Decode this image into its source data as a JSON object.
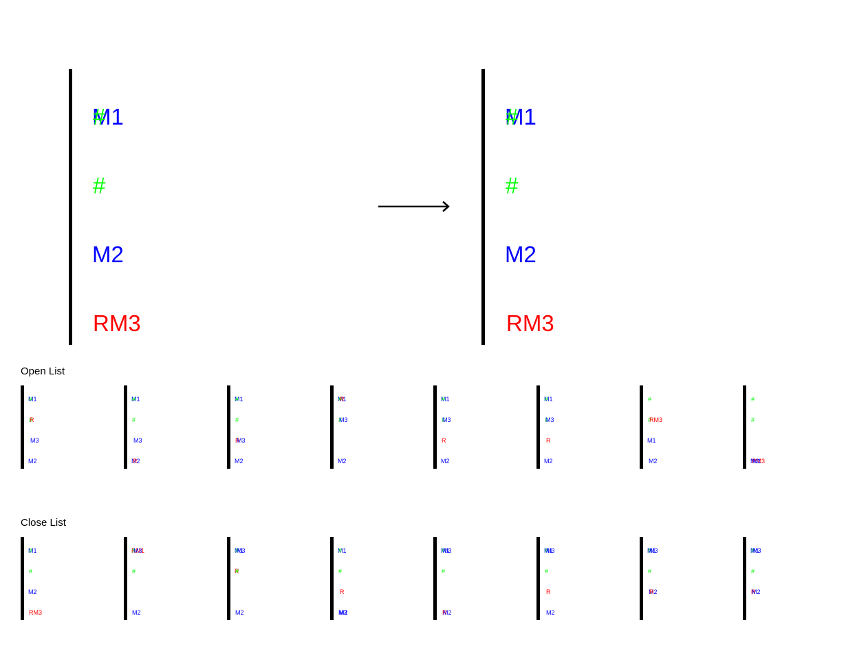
{
  "colors": {
    "robot": "#0000ff",
    "obstacle": "#00ff00",
    "target": "#ff0000",
    "grid": "#000000"
  },
  "icons": {
    "transition": "right-arrow-icon"
  },
  "main": {
    "before": [
      [
        "M1",
        "#",
        "",
        ""
      ],
      [
        "",
        "#",
        "",
        ""
      ],
      [
        "M2",
        "",
        "",
        ""
      ],
      [
        "",
        "RM3",
        "",
        ""
      ]
    ],
    "after": [
      [
        "M1",
        "#",
        "",
        ""
      ],
      [
        "",
        "#",
        "",
        ""
      ],
      [
        "M2",
        "",
        "",
        ""
      ],
      [
        "",
        "",
        "RM3",
        ""
      ]
    ]
  },
  "open_list": {
    "label": "Open List",
    "boards": [
      [
        [
          "M1",
          "#",
          "",
          ""
        ],
        [
          "",
          "#",
          "R",
          ""
        ],
        [
          "",
          "",
          "",
          "M3"
        ],
        [
          "M2",
          "",
          "",
          ""
        ]
      ],
      [
        [
          "M1",
          "#",
          "",
          ""
        ],
        [
          "",
          "#",
          "",
          ""
        ],
        [
          "",
          "",
          "",
          "M3"
        ],
        [
          "M2",
          "",
          "R",
          ""
        ]
      ],
      [
        [
          "M1",
          "#",
          "",
          ""
        ],
        [
          "",
          "#",
          "",
          ""
        ],
        [
          "",
          "R",
          "",
          "M3"
        ],
        [
          "M2",
          "",
          "",
          ""
        ]
      ],
      [
        [
          "M1",
          "#",
          "",
          "R"
        ],
        [
          "",
          "#",
          "M3",
          ""
        ],
        [
          "",
          "",
          "",
          ""
        ],
        [
          "M2",
          "",
          "",
          ""
        ]
      ],
      [
        [
          "M1",
          "#",
          "",
          ""
        ],
        [
          "",
          "#",
          "M3",
          ""
        ],
        [
          "",
          "R",
          "",
          ""
        ],
        [
          "M2",
          "",
          "",
          ""
        ]
      ],
      [
        [
          "M1",
          "#",
          "",
          ""
        ],
        [
          "",
          "#",
          "M3",
          ""
        ],
        [
          "",
          "",
          "",
          "R"
        ],
        [
          "M2",
          "",
          "",
          ""
        ]
      ],
      [
        [
          "",
          "#",
          "",
          ""
        ],
        [
          "",
          "#",
          "",
          "RM3"
        ],
        [
          "M1",
          "",
          "",
          ""
        ],
        [
          "",
          "",
          "M2",
          ""
        ]
      ],
      [
        [
          "",
          "#",
          "",
          ""
        ],
        [
          "",
          "#",
          "",
          ""
        ],
        [
          "",
          "",
          "",
          ""
        ],
        [
          "M2",
          "",
          "RM3",
          "M1"
        ]
      ]
    ]
  },
  "close_list": {
    "label": "Close List",
    "boards": [
      [
        [
          "M1",
          "#",
          "",
          ""
        ],
        [
          "",
          "#",
          "",
          ""
        ],
        [
          "M2",
          "",
          "",
          ""
        ],
        [
          "",
          "RM3",
          "",
          ""
        ]
      ],
      [
        [
          "RM1",
          "#",
          "",
          "M3"
        ],
        [
          "",
          "#",
          "",
          ""
        ],
        [
          "",
          "",
          "",
          ""
        ],
        [
          "",
          "M2",
          "",
          ""
        ]
      ],
      [
        [
          "M1",
          "#",
          "",
          "M3"
        ],
        [
          "R",
          "#",
          "",
          ""
        ],
        [
          "",
          "",
          "",
          ""
        ],
        [
          "",
          "M2",
          "",
          ""
        ]
      ],
      [
        [
          "M1",
          "#",
          "",
          ""
        ],
        [
          "",
          "#",
          "",
          ""
        ],
        [
          "",
          "",
          "",
          "R"
        ],
        [
          "",
          "M3",
          "M2",
          ""
        ]
      ],
      [
        [
          "M1",
          "#",
          "",
          "M3"
        ],
        [
          "",
          "#",
          "",
          ""
        ],
        [
          "",
          "",
          "",
          ""
        ],
        [
          "",
          "",
          "R",
          "M2"
        ]
      ],
      [
        [
          "M1",
          "#",
          "",
          "M3"
        ],
        [
          "",
          "#",
          "",
          ""
        ],
        [
          "",
          "",
          "",
          "R"
        ],
        [
          "",
          "",
          "",
          "M2"
        ]
      ],
      [
        [
          "M1",
          "#",
          "",
          "M3"
        ],
        [
          "",
          "#",
          "",
          ""
        ],
        [
          "",
          "",
          "M2",
          "R"
        ],
        [
          "",
          "",
          "",
          ""
        ]
      ],
      [
        [
          "M1",
          "#",
          "",
          "M3"
        ],
        [
          "",
          "#",
          "",
          ""
        ],
        [
          "",
          "R",
          "M2",
          ""
        ],
        [
          "",
          "",
          "",
          ""
        ]
      ]
    ]
  }
}
